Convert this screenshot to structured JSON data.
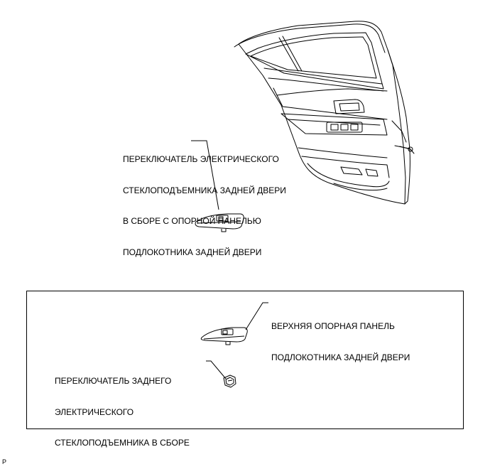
{
  "labels": {
    "switch_assembly_with_panel": [
      "ПЕРЕКЛЮЧАТЕЛЬ ЭЛЕКТРИЧЕСКОГО",
      "СТЕКЛОПОДЪЕМНИКА ЗАДНЕЙ ДВЕРИ",
      "В СБОРЕ С ОПОРНОЙ ПАНЕЛЬЮ",
      "ПОДЛОКОТНИКА ЗАДНЕЙ ДВЕРИ"
    ],
    "upper_armrest_panel": [
      "ВЕРХНЯЯ ОПОРНАЯ ПАНЕЛЬ",
      "ПОДЛОКОТНИКА ЗАДНЕЙ ДВЕРИ"
    ],
    "rear_window_switch": [
      "ПЕРЕКЛЮЧАТЕЛЬ ЗАДНЕГО",
      "ЭЛЕКТРИЧЕСКОГО",
      "СТЕКЛОПОДЪЕМНИКА В СБОРЕ"
    ]
  },
  "figure_code": "P",
  "colors": {
    "line": "#000000",
    "background": "#ffffff"
  }
}
